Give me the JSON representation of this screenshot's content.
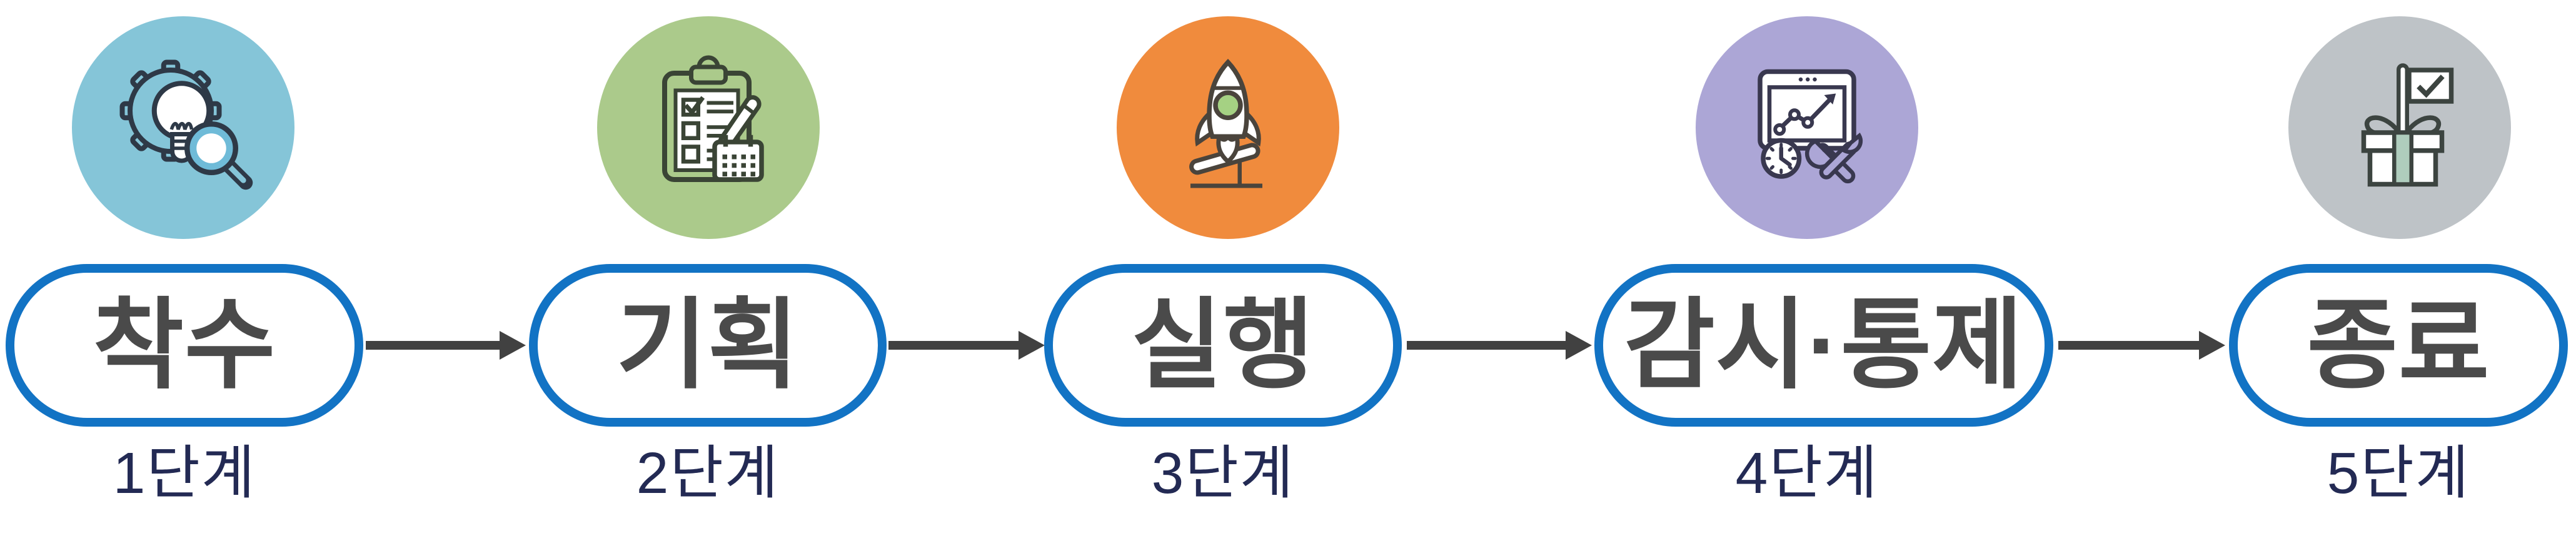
{
  "stages": [
    {
      "name": "착수",
      "step_label": "1단계",
      "icon": "gear-lightbulb-magnifier-icon",
      "circle_color": "#85C5D8"
    },
    {
      "name": "기획",
      "step_label": "2단계",
      "icon": "clipboard-checklist-calendar-icon",
      "circle_color": "#ABCA8B"
    },
    {
      "name": "실행",
      "step_label": "3단계",
      "icon": "rocket-launchpad-icon",
      "circle_color": "#F08B3D"
    },
    {
      "name": "감시·통제",
      "step_label": "4단계",
      "icon": "dashboard-clock-tools-icon",
      "circle_color": "#ACA6D6"
    },
    {
      "name": "종료",
      "step_label": "5단계",
      "icon": "gift-flag-checkmark-icon",
      "circle_color": "#BEC3C7"
    }
  ],
  "colors": {
    "pill_border": "#1273C4",
    "pill_text": "#4A4A4A",
    "arrow": "#414141",
    "step_label": "#232A54"
  }
}
